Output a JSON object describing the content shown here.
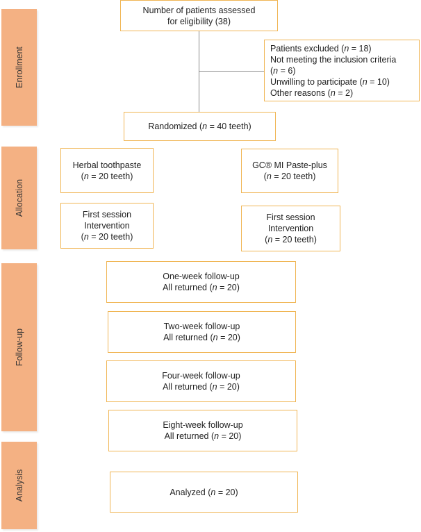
{
  "colors": {
    "box_border": "#f0b553",
    "stage_fill": "#f4b183",
    "connector": "#8a8a8a"
  },
  "stages": {
    "enrollment": "Enrollment",
    "allocation": "Allocation",
    "followup": "Follow-up",
    "analysis": "Analysis"
  },
  "enrollment": {
    "assessed_line1": "Number of patients assessed",
    "assessed_line2": "for eligibility (38)",
    "excluded": {
      "line1_pre": "Patients excluded (",
      "n": "n",
      "line1_post": " = 18)",
      "line2": "Not meeting the inclusion criteria",
      "line3_pre": "(",
      "line3_post": " = 6)",
      "line4_pre": "Unwilling to participate (",
      "line4_post": " = 10)",
      "line5_pre": "Other reasons (",
      "line5_post": " = 2)"
    },
    "randomized_pre": "Randomized (",
    "randomized_post": " = 40 teeth)"
  },
  "allocation": {
    "left_group_title": "Herbal toothpaste",
    "right_group_title": "GC® MI Paste-plus",
    "group_count_pre": "(",
    "group_count_post": " = 20 teeth)",
    "session_line1": "First session",
    "session_line2": "Intervention"
  },
  "followup": {
    "one_week": "One-week follow-up",
    "two_week": "Two-week follow-up",
    "four_week": "Four-week follow-up",
    "eight_week": "Eight-week follow-up",
    "returned_pre": "All returned (",
    "returned_post": " = 20)"
  },
  "analysis": {
    "analyzed_pre": "Analyzed (",
    "analyzed_post": " = 20)"
  },
  "italic_n": "n"
}
